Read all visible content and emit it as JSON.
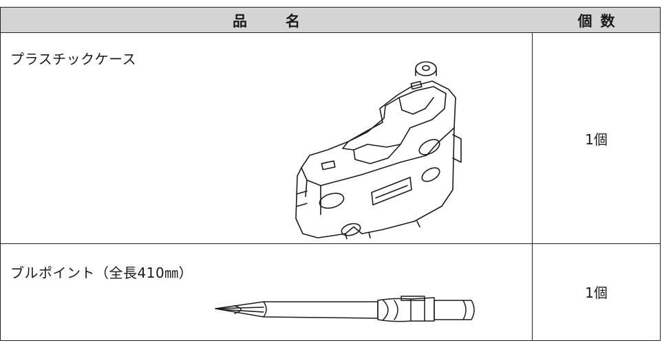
{
  "header": {
    "name_label": "品名",
    "count_label": "個数"
  },
  "items": [
    {
      "name": "プラスチックケース",
      "quantity": "1個",
      "illustration": "plastic-case-illustration"
    },
    {
      "name": "ブルポイント（全長410㎜）",
      "quantity": "1個",
      "illustration": "bull-point-illustration"
    }
  ]
}
